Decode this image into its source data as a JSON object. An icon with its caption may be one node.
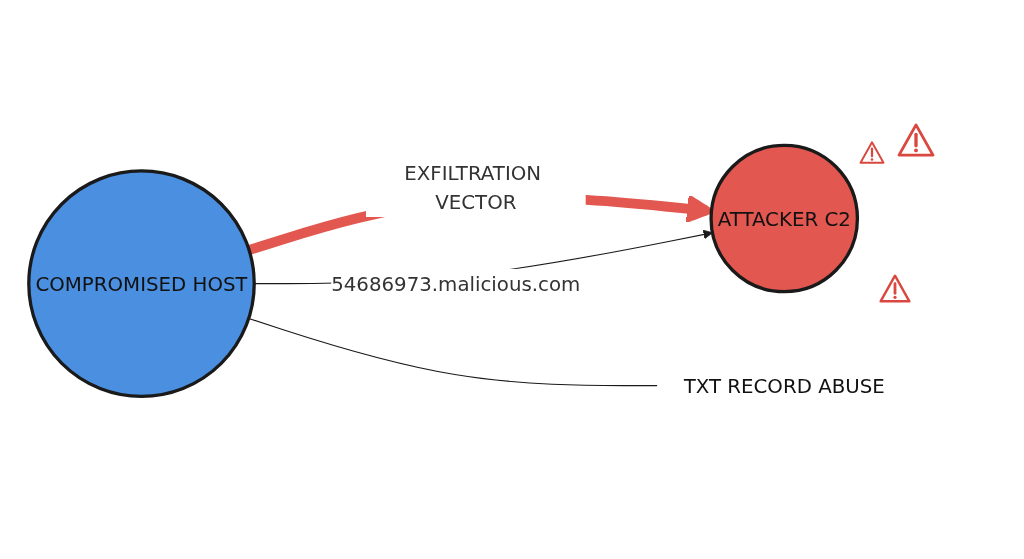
{
  "diagram": {
    "nodes": [
      {
        "text": [
          "COMPROMISED HOST"
        ]
      },
      {
        "text": [
          "ATTACKER C2"
        ]
      },
      {
        "text": [
          "TXT RECORD ABUSE"
        ]
      }
    ],
    "edges": [
      {
        "from": 0,
        "to": 1,
        "arrow": "to",
        "label": "EXFILTRATION VECTOR",
        "style": "thick",
        "color": "#e2574f"
      },
      {
        "from": 0,
        "to": 1,
        "arrow": "to",
        "label": "54686973.malicious.com"
      },
      {
        "from": 0,
        "to": 2,
        "arrow": "none"
      }
    ]
  }
}
